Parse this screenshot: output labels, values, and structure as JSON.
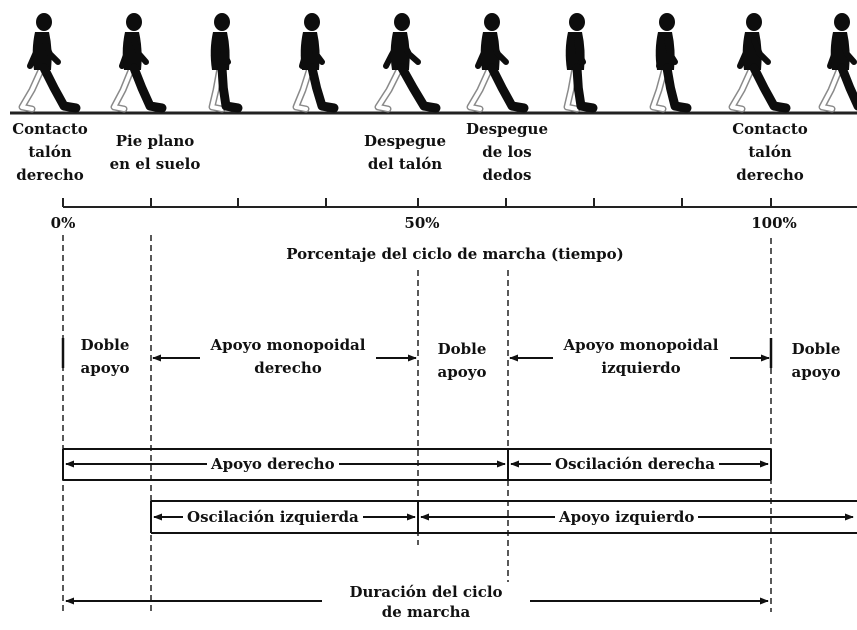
{
  "colors": {
    "ink": "#111111",
    "figure": "#0d0d0d",
    "background": "#ffffff"
  },
  "figures": {
    "description_icon": "walking-person-silhouette",
    "count": 10
  },
  "events": {
    "heel_strike_right": "Contacto\ntalón\nderecho",
    "foot_flat": "Pie plano\nen el suelo",
    "heel_off": "Despegue\ndel talón",
    "toe_off": "Despegue\nde los\ndedos",
    "heel_strike_right_end": "Contacto\ntalón\nderecho"
  },
  "axis": {
    "tick_0": "0%",
    "tick_50": "50%",
    "tick_100": "100%",
    "title": "Porcentaje del ciclo de marcha (tiempo)"
  },
  "phases": {
    "double_support_1": "Doble\napoyo",
    "single_support_right": "Apoyo monopoidal\nderecho",
    "double_support_2": "Doble\napoyo",
    "single_support_left": "Apoyo monopoidal\nizquierdo",
    "double_support_3": "Doble\napoyo"
  },
  "bars": {
    "right_stance": "Apoyo derecho",
    "right_swing": "Oscilación derecha",
    "left_swing": "Oscilación izquierda",
    "left_stance": "Apoyo izquierdo"
  },
  "duration": {
    "label": "Duración del ciclo\nde marcha"
  }
}
